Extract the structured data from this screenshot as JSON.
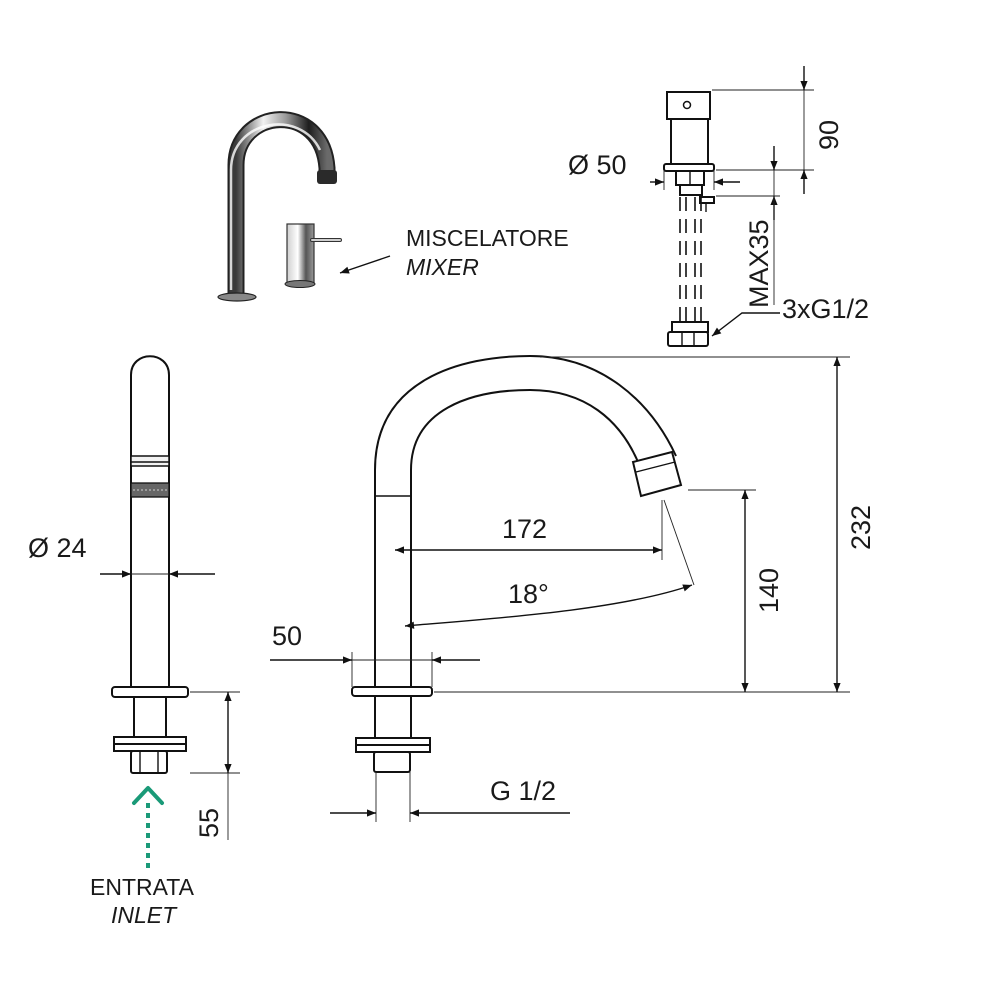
{
  "labels": {
    "mixer_it": "MISCELATORE",
    "mixer_en": "MIXER",
    "inlet_it": "ENTRATA",
    "inlet_en": "INLET"
  },
  "dimensions": {
    "mixer_diameter": "Ø 50",
    "mixer_height": "90",
    "mixer_max": "MAX35",
    "mixer_connections": "3xG1/2",
    "spout_diameter": "Ø 24",
    "spout_shank_length": "55",
    "spout_base_width": "50",
    "spout_reach": "172",
    "spout_swivel_angle": "18°",
    "spout_outlet_height": "140",
    "spout_total_height": "232",
    "spout_thread": "G 1/2"
  },
  "colors": {
    "line": "#111111",
    "chrome_dark": "#2a2a2a",
    "chrome_light": "#e8e8e8",
    "inlet_arrow": "#1a9a78"
  },
  "icons": {
    "inlet_arrow": "dotted-up-arrow-icon"
  }
}
